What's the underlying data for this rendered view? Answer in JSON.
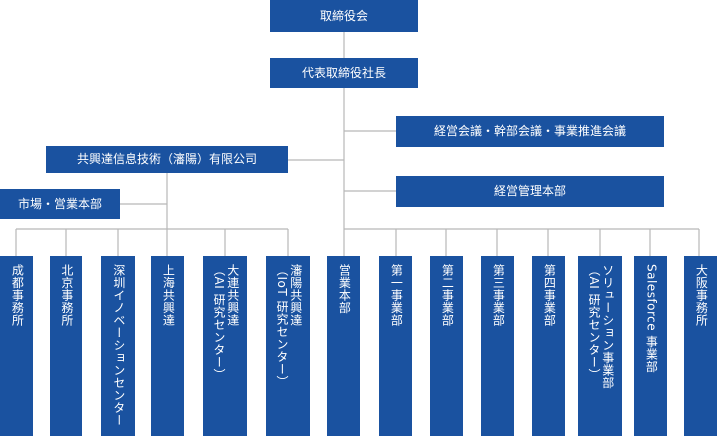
{
  "colors": {
    "box": "#1a52a0",
    "text": "#ffffff",
    "line": "#b7b7b7"
  },
  "top": {
    "board": "取締役会",
    "president": "代表取締役社長"
  },
  "side": {
    "meetings": "経営会議・幹部会議・事業推進会議",
    "management": "経営管理本部",
    "subsidiary": "共興達信息技術（瀋陽）有限公司",
    "market": "市場・営業本部"
  },
  "bottom": {
    "chengdu": "成都事務所",
    "beijing": "北京事務所",
    "shenzhen": "深圳イノベーションセンター",
    "shanghai": "上海共興達",
    "dalian_1": "大連共興達",
    "dalian_2": "（AI 研究センター）",
    "shenyang_1": "瀋陽共興達",
    "shenyang_2": "（IoT 研究センター）",
    "sales": "営業本部",
    "div1": "第一事業部",
    "div2": "第二事業部",
    "div3": "第三事業部",
    "div4": "第四事業部",
    "solution_1": "ソリューション事業部",
    "solution_2": "（AI 研究センター）",
    "salesforce": "Salesforce 事業部",
    "osaka": "大阪事務所"
  }
}
